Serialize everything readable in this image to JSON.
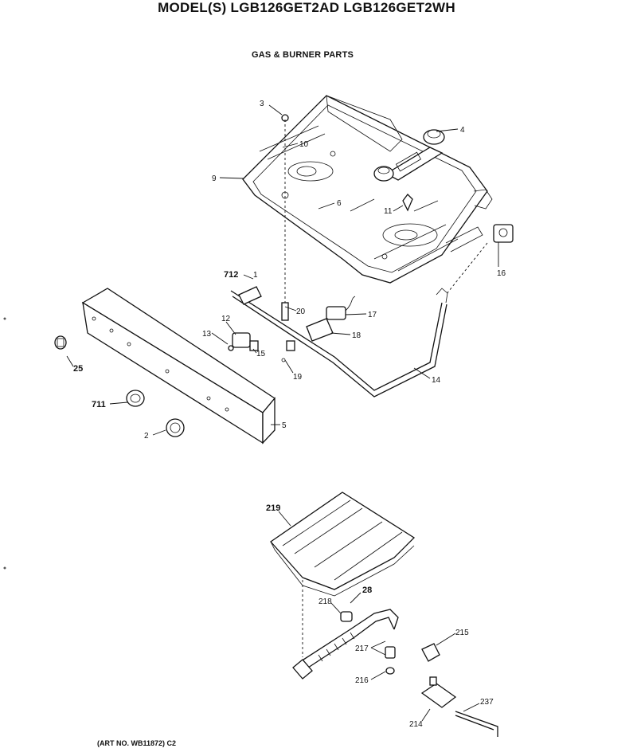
{
  "title": "MODEL(S) LGB126GET2AD  LGB126GET2WH",
  "subtitle": "GAS & BURNER PARTS",
  "art_number": "(ART NO. WB11872) C2",
  "callouts": [
    {
      "id": "3",
      "label": "3"
    },
    {
      "id": "4",
      "label": "4"
    },
    {
      "id": "10",
      "label": "10"
    },
    {
      "id": "9",
      "label": "9"
    },
    {
      "id": "6",
      "label": "6"
    },
    {
      "id": "11",
      "label": "11"
    },
    {
      "id": "16",
      "label": "16"
    },
    {
      "id": "712",
      "label": "712"
    },
    {
      "id": "1",
      "label": "1"
    },
    {
      "id": "20",
      "label": "20"
    },
    {
      "id": "17",
      "label": "17"
    },
    {
      "id": "18",
      "label": "18"
    },
    {
      "id": "12",
      "label": "12"
    },
    {
      "id": "13",
      "label": "13"
    },
    {
      "id": "15",
      "label": "15"
    },
    {
      "id": "19",
      "label": "19"
    },
    {
      "id": "14",
      "label": "14"
    },
    {
      "id": "25",
      "label": "25"
    },
    {
      "id": "711",
      "label": "711"
    },
    {
      "id": "5",
      "label": "5"
    },
    {
      "id": "2",
      "label": "2"
    },
    {
      "id": "219",
      "label": "219"
    },
    {
      "id": "218",
      "label": "218"
    },
    {
      "id": "28",
      "label": "28"
    },
    {
      "id": "217",
      "label": "217"
    },
    {
      "id": "215",
      "label": "215"
    },
    {
      "id": "216",
      "label": "216"
    },
    {
      "id": "214",
      "label": "214"
    },
    {
      "id": "237",
      "label": "237"
    }
  ]
}
